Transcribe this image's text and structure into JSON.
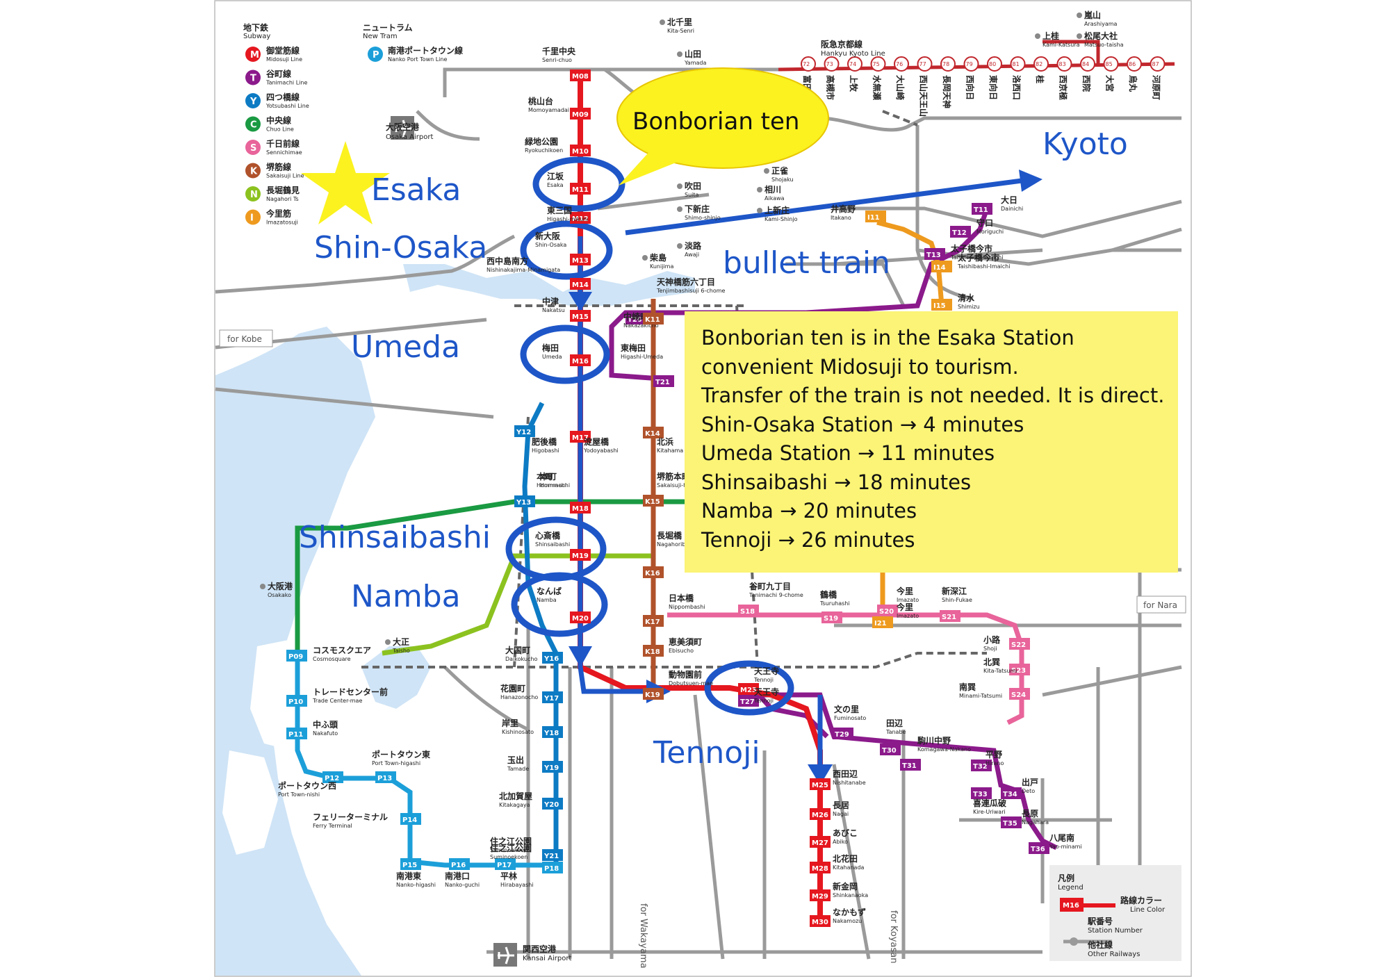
{
  "legend": {
    "subway_title": "地下鉄",
    "subway_title_en": "Subway",
    "newtram_title": "ニュートラム",
    "newtram_title_en": "New Tram",
    "lines": [
      {
        "letter": "M",
        "jp": "御堂筋線",
        "en": "Midosuji Line",
        "color": "#e5171f"
      },
      {
        "letter": "T",
        "jp": "谷町線",
        "en": "Tanimachi Line",
        "color": "#8b1a8b"
      },
      {
        "letter": "Y",
        "jp": "四つ橋線",
        "en": "Yotsubashi Line",
        "color": "#0d7bc4"
      },
      {
        "letter": "C",
        "jp": "中央線",
        "en": "Chuo Line",
        "color": "#1a9a42"
      },
      {
        "letter": "S",
        "jp": "千日前線",
        "en": "Sennichimae",
        "color": "#e8649a"
      },
      {
        "letter": "K",
        "jp": "堺筋線",
        "en": "Sakaisuji Line",
        "color": "#b0522b"
      },
      {
        "letter": "N",
        "jp": "長堀鶴見",
        "en": "Nagahori Ts",
        "color": "#8cc21f"
      },
      {
        "letter": "I",
        "jp": "今里筋",
        "en": "Imazatosuji",
        "color": "#ee9a1e"
      }
    ],
    "newtram_line": {
      "letter": "P",
      "jp": "南港ポートタウン線",
      "en": "Nanko Port Town Line",
      "color": "#1c9fd9"
    }
  },
  "annotations": {
    "esaka": "Esaka",
    "shin_osaka": "Shin-Osaka",
    "umeda": "Umeda",
    "shinsaibashi": "Shinsaibashi",
    "namba": "Namba",
    "tennoji": "Tennoji",
    "kyoto": "Kyoto",
    "bullet_train": "bullet train",
    "bubble": "Bonborian ten"
  },
  "info": {
    "lines": [
      "Bonborian ten is in the Esaka Station",
      "convenient Midosuji to tourism.",
      "Transfer of the train is not needed. It is direct.",
      "Shin-Osaka Station → 4 minutes",
      "Umeda Station → 11 minutes",
      "Shinsaibashi → 18 minutes",
      "Namba → 20 minutes",
      "Tennoji → 26 minutes"
    ]
  },
  "colors": {
    "annotation_blue": "#1e56c8",
    "info_bg": "#fbf476",
    "bubble_bg": "#fbf220",
    "star": "#fbf220",
    "water": "#cfe4f6"
  },
  "map": {
    "for_kobe": "for Kobe",
    "for_nara": "for Nara",
    "for_wakayama": "for Wakayama",
    "for_koyasan": "for Koyasan",
    "osaka_airport_jp": "大阪空港",
    "osaka_airport_en": "Osaka Airport",
    "kansai_airport_jp": "関西空港",
    "kansai_airport_en": "Kansai Airport",
    "midosuji_stations": [
      {
        "code": "M08",
        "jp": "千里中央",
        "en": "Senri-chuo"
      },
      {
        "code": "M09",
        "jp": "桃山台",
        "en": "Momoyamadai"
      },
      {
        "code": "M10",
        "jp": "緑地公園",
        "en": "Ryokuchikoen"
      },
      {
        "code": "M11",
        "jp": "江坂",
        "en": "Esaka"
      },
      {
        "code": "M12",
        "jp": "東三国",
        "en": "Higashi-mikuni"
      },
      {
        "code": "M13",
        "jp": "新大阪",
        "en": "Shin-Osaka"
      },
      {
        "code": "M14",
        "jp": "西中島南方",
        "en": "Nishinakajima-Minamigata"
      },
      {
        "code": "M15",
        "jp": "中津",
        "en": "Nakatsu"
      },
      {
        "code": "M16",
        "jp": "梅田",
        "en": "Umeda"
      },
      {
        "code": "M17",
        "jp": "淀屋橋",
        "en": "Yodoyabashi"
      },
      {
        "code": "M18",
        "jp": "本町",
        "en": "Hommachi"
      },
      {
        "code": "M19",
        "jp": "心斎橋",
        "en": "Shinsaibashi"
      },
      {
        "code": "M20",
        "jp": "なんば",
        "en": "Namba"
      },
      {
        "code": "M23",
        "jp": "天王寺",
        "en": "Tennoji"
      },
      {
        "code": "M25",
        "jp": "西田辺",
        "en": "Nishitanabe"
      },
      {
        "code": "M26",
        "jp": "長居",
        "en": "Nagai"
      },
      {
        "code": "M27",
        "jp": "あびこ",
        "en": "Abiko"
      },
      {
        "code": "M28",
        "jp": "北花田",
        "en": "Kitahanada"
      },
      {
        "code": "M29",
        "jp": "新金岡",
        "en": "Shinkanaoka"
      },
      {
        "code": "M30",
        "jp": "なかもず",
        "en": "Nakamozu"
      }
    ],
    "hankyu_title": "阪急京都線",
    "hankyu_title_en": "Hankyu Kyoto Line",
    "hankyu_stations": [
      {
        "code": "HK72",
        "jp": "富田"
      },
      {
        "code": "HK73",
        "jp": "高槻市"
      },
      {
        "code": "HK74",
        "jp": "上牧"
      },
      {
        "code": "HK75",
        "jp": "水無瀬"
      },
      {
        "code": "HK76",
        "jp": "大山崎"
      },
      {
        "code": "HK77",
        "jp": "西山天王山"
      },
      {
        "code": "HK78",
        "jp": "長岡天神"
      },
      {
        "code": "HK79",
        "jp": "西向日"
      },
      {
        "code": "HK80",
        "jp": "東向日"
      },
      {
        "code": "HK81",
        "jp": "洛西口"
      },
      {
        "code": "HK82",
        "jp": "桂"
      },
      {
        "code": "HK83",
        "jp": "西京極"
      },
      {
        "code": "HK84",
        "jp": "西院"
      },
      {
        "code": "HK85",
        "jp": "大宮"
      },
      {
        "code": "HK86",
        "jp": "烏丸"
      },
      {
        "code": "HK87",
        "jp": "河原町"
      }
    ],
    "tanimachi_stations": [
      {
        "code": "T11",
        "jp": "大日",
        "en": "Dainichi"
      },
      {
        "code": "T12",
        "jp": "守口",
        "en": "Moriguchi"
      },
      {
        "code": "T13",
        "jp": "太子橋今市",
        "en": "Taishibashi-Imaichi"
      },
      {
        "code": "T20",
        "jp": "中崎町",
        "en": "Nakazakicho"
      },
      {
        "code": "T21",
        "jp": "東梅田",
        "en": "Higashi-Umeda"
      },
      {
        "code": "T27",
        "jp": "天王寺",
        "en": "Tennoji"
      },
      {
        "code": "T29",
        "jp": "文の里",
        "en": "Fuminosato"
      },
      {
        "code": "T30",
        "jp": "田辺",
        "en": "Tanabe"
      },
      {
        "code": "T31",
        "jp": "駒川中野",
        "en": "Komagawa-Nakano"
      },
      {
        "code": "T32",
        "jp": "平野",
        "en": "Hirano"
      },
      {
        "code": "T33",
        "jp": "喜連瓜破",
        "en": "Kire-Uriwari"
      },
      {
        "code": "T34",
        "jp": "出戸",
        "en": "Deto"
      },
      {
        "code": "T35",
        "jp": "長原",
        "en": "Nagahara"
      },
      {
        "code": "T36",
        "jp": "八尾南",
        "en": "Yao-minami"
      }
    ],
    "yotsubashi_stations": [
      {
        "code": "Y12",
        "jp": "肥後橋",
        "en": "Higobashi"
      },
      {
        "code": "Y13",
        "jp": "本町",
        "en": "Hommachi"
      },
      {
        "code": "Y16",
        "jp": "大国町",
        "en": "Daikokucho"
      },
      {
        "code": "Y17",
        "jp": "花園町",
        "en": "Hanazonocho"
      },
      {
        "code": "Y18",
        "jp": "岸里",
        "en": "Kishinosato"
      },
      {
        "code": "Y19",
        "jp": "玉出",
        "en": "Tamade"
      },
      {
        "code": "Y20",
        "jp": "北加賀屋",
        "en": "Kitakagaya"
      },
      {
        "code": "Y21",
        "jp": "住之江公園",
        "en": "Suminoekoen"
      }
    ],
    "nanko_stations": [
      {
        "code": "P09",
        "jp": "コスモスクエア",
        "en": "Cosmosquare"
      },
      {
        "code": "P10",
        "jp": "トレードセンター前",
        "en": "Trade Center-mae"
      },
      {
        "code": "P11",
        "jp": "中ふ頭",
        "en": "Nakafuto"
      },
      {
        "code": "P12",
        "jp": "ポートタウン西",
        "en": "Port Town-nishi"
      },
      {
        "code": "P13",
        "jp": "ポートタウン東",
        "en": "Port Town-higashi"
      },
      {
        "code": "P14",
        "jp": "フェリーターミナル",
        "en": "Ferry Terminal"
      },
      {
        "code": "P15",
        "jp": "南港東",
        "en": "Nanko-higashi"
      },
      {
        "code": "P16",
        "jp": "南港口",
        "en": "Nanko-guchi"
      },
      {
        "code": "P17",
        "jp": "平林",
        "en": "Hirabayashi"
      },
      {
        "code": "P18",
        "jp": "住之江公園",
        "en": "Suminoekoen"
      }
    ],
    "sennichimae_stations": [
      {
        "code": "S18",
        "jp": "谷町九丁目",
        "en": "Tanimachi 9-chome"
      },
      {
        "code": "S19",
        "jp": "鶴橋",
        "en": "Tsuruhashi"
      },
      {
        "code": "S20",
        "jp": "今里",
        "en": "Imazato"
      },
      {
        "code": "S21",
        "jp": "新深江",
        "en": "Shin-Fukae"
      },
      {
        "code": "S22",
        "jp": "小路",
        "en": "Shoji"
      },
      {
        "code": "S23",
        "jp": "北巽",
        "en": "Kita-Tatsumi"
      },
      {
        "code": "S24",
        "jp": "南巽",
        "en": "Minami-Tatsumi"
      }
    ],
    "sakaisuji_stations": [
      {
        "code": "K11",
        "jp": "天神橋筋六丁目",
        "en": "Tenjimbashisuji 6-chome"
      },
      {
        "code": "K14",
        "jp": "北浜",
        "en": "Kitahama"
      },
      {
        "code": "K15",
        "jp": "堺筋本町",
        "en": "Sakaisuji-hommachi"
      },
      {
        "code": "K16",
        "jp": "長堀橋",
        "en": "Nagahoribashi"
      },
      {
        "code": "K17",
        "jp": "日本橋",
        "en": "Nippombashi"
      },
      {
        "code": "K18",
        "jp": "恵美須町",
        "en": "Ebisucho"
      },
      {
        "code": "K19",
        "jp": "動物園前",
        "en": "Dobutsuen-mae"
      }
    ],
    "imazatosuji_stations": [
      {
        "code": "I11",
        "jp": "井高野",
        "en": "Itakano"
      },
      {
        "code": "I14",
        "jp": "太子橋今市",
        "en": "Taishibashi-Imaichi"
      },
      {
        "code": "I15",
        "jp": "清水",
        "en": "Shimizu"
      },
      {
        "code": "I21",
        "jp": "今里",
        "en": "Imazato"
      }
    ],
    "other_stations": [
      {
        "jp": "北千里",
        "en": "Kita-Senri"
      },
      {
        "jp": "山田",
        "en": "Yamada"
      },
      {
        "jp": "吹田",
        "en": "Suita"
      },
      {
        "jp": "下新庄",
        "en": "Shimo-shinjo"
      },
      {
        "jp": "淡路",
        "en": "Awaji"
      },
      {
        "jp": "柴島",
        "en": "Kunijima"
      },
      {
        "jp": "正雀",
        "en": "Shojaku"
      },
      {
        "jp": "相川",
        "en": "Aikawa"
      },
      {
        "jp": "上新庄",
        "en": "Kami-Shinjo"
      },
      {
        "jp": "嵐山",
        "en": "Arashiyama"
      },
      {
        "jp": "松尾大社",
        "en": "Matsuo-taisha"
      },
      {
        "jp": "上桂",
        "en": "Kami-Katsura"
      },
      {
        "jp": "大正",
        "en": "Taisho"
      },
      {
        "jp": "大阪港",
        "en": "Osakako"
      }
    ],
    "legend_box": {
      "title": "凡例",
      "title_en": "Legend",
      "sample_code": "M16",
      "line_color": "路線カラー",
      "line_color_en": "Line Color",
      "station_number": "駅番号",
      "station_number_en": "Station Number",
      "other_railways": "他社線",
      "other_railways_en": "Other Railways"
    }
  }
}
